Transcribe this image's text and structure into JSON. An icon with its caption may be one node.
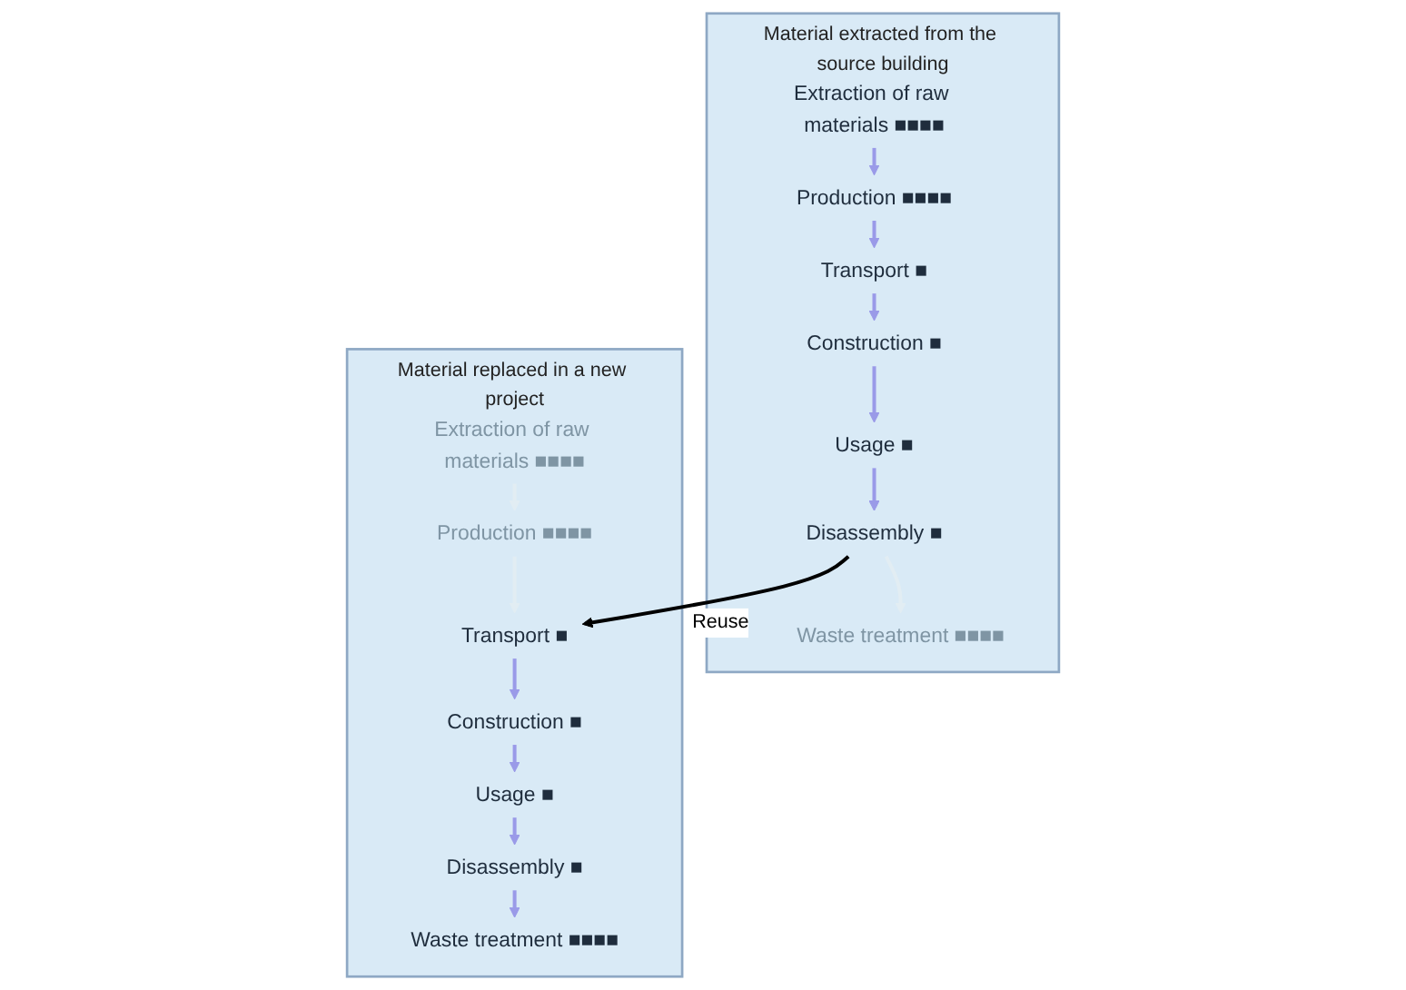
{
  "diagram": {
    "nodes": [
      {
        "text": [
          "Material extracted from the source building"
        ]
      },
      {
        "text": [
          "Extraction of raw materials"
        ],
        "in": 0,
        "beside": [
          "■■■■"
        ]
      },
      {
        "text": [
          "Production"
        ],
        "in": 0,
        "beside": [
          "■■■■"
        ]
      },
      {
        "text": [
          "Transport"
        ],
        "in": 0,
        "beside": [
          "■"
        ]
      },
      {
        "text": [
          "Construction"
        ],
        "in": 0,
        "beside": [
          "■"
        ]
      },
      {
        "text": [
          "Usage"
        ],
        "in": 0,
        "beside": [
          "■"
        ]
      },
      {
        "text": [
          "Disassembly"
        ],
        "in": 0,
        "beside": [
          "■"
        ]
      },
      {
        "text": [
          "Waste treatment"
        ],
        "in": 0,
        "beside": [
          "■■■■"
        ]
      },
      {
        "text": [
          "Material replaced in a new project"
        ]
      },
      {
        "text": [
          "Extraction of raw materials"
        ],
        "in": 8,
        "beside": [
          "■■■■"
        ]
      },
      {
        "text": [
          "Production"
        ],
        "in": 8,
        "beside": [
          "■■■■"
        ]
      },
      {
        "text": [
          "Transport"
        ],
        "in": 8,
        "beside": [
          "■"
        ]
      },
      {
        "text": [
          "Construction"
        ],
        "in": 8,
        "beside": [
          "■"
        ]
      },
      {
        "text": [
          "Usage"
        ],
        "in": 8,
        "beside": [
          "■"
        ]
      },
      {
        "text": [
          "Disassembly"
        ],
        "in": 8,
        "beside": [
          "■"
        ]
      },
      {
        "text": [
          "Waste treatment"
        ],
        "in": 8,
        "beside": [
          "■■■■"
        ]
      }
    ],
    "edges": [
      {
        "from": 1,
        "to": 2,
        "arrow": "to"
      },
      {
        "from": 2,
        "to": 3,
        "arrow": "to"
      },
      {
        "from": 3,
        "to": 4,
        "arrow": "to"
      },
      {
        "from": 4,
        "to": 5,
        "arrow": "to"
      },
      {
        "from": 5,
        "to": 6,
        "arrow": "to"
      },
      {
        "from": 6,
        "to": 7,
        "arrow": "to",
        "color": "#e2edf3"
      },
      {
        "from": 6,
        "to": 11,
        "arrow": "to",
        "label": "Reuse",
        "color": "#000000"
      },
      {
        "from": 9,
        "to": 10,
        "arrow": "to",
        "color": "#e2edf3"
      },
      {
        "from": 10,
        "to": 11,
        "arrow": "to",
        "color": "#e2edf3"
      },
      {
        "from": 11,
        "to": 12,
        "arrow": "to"
      },
      {
        "from": 12,
        "to": 13,
        "arrow": "to"
      },
      {
        "from": 13,
        "to": 14,
        "arrow": "to"
      },
      {
        "from": 14,
        "to": 15,
        "arrow": "to"
      }
    ]
  }
}
